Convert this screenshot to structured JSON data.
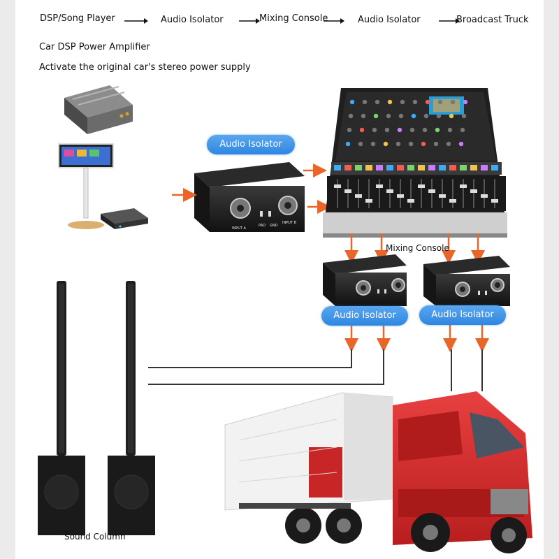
{
  "flow": {
    "steps": [
      "DSP/Song Player",
      "Audio Isolator",
      "Mixing Console",
      "Audio Isolator",
      "Broadcast Truck"
    ]
  },
  "notes": {
    "line1": "Car DSP Power Amplifier",
    "line2": "Activate the original car's stereo power supply"
  },
  "labels": {
    "isolator_top": "Audio Isolator",
    "mixing_console": "Mixing Console",
    "isolator_left": "Audio Isolator",
    "isolator_right": "Audio Isolator",
    "sound_column": "Sound Column"
  },
  "device_text": {
    "isolator_name": "Audio Isolator",
    "input_a": "INPUT A",
    "input_b": "INPUT B",
    "pad": "PAD",
    "gnd": "GND"
  },
  "colors": {
    "accent_blue": "#2f86e0",
    "arrow_orange": "#e8662a",
    "truck_red": "#d62b2b",
    "device_black": "#1b1b1b"
  },
  "icons": [
    "arrow-right-icon",
    "amplifier-icon",
    "karaoke-stand-icon",
    "media-player-icon",
    "audio-isolator-icon",
    "mixing-console-icon",
    "sound-column-icon",
    "broadcast-truck-icon"
  ]
}
